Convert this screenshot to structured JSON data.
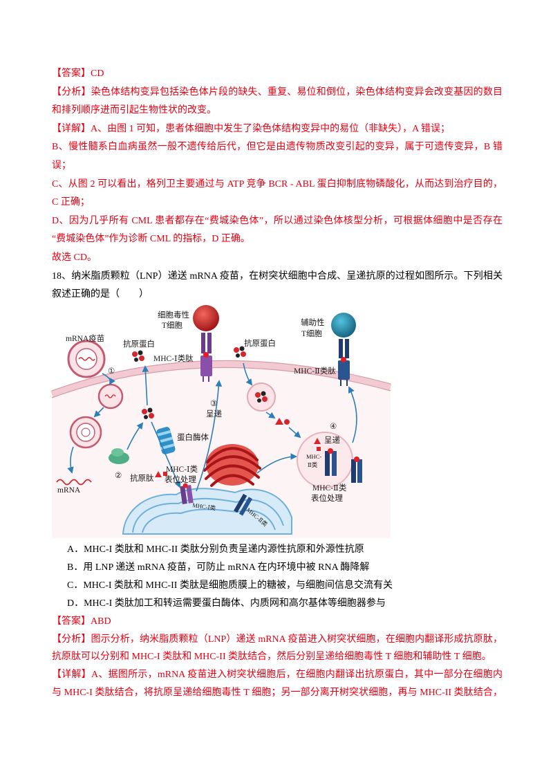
{
  "prev_answer": {
    "answer": "【答案】CD",
    "analysis": [
      "【分析】染色体结构变异包括染色体片段的缺失、重复、易位和倒位，染色体结构变异会改变基因的数目",
      "和排列顺序进而引起生物性状的改变。"
    ],
    "detail": [
      "【详解】A、由图 1 可知，患者体细胞中发生了染色体结构变异中的易位（非缺失），A 错误；",
      "B、慢性髓系白血病虽然一般不遗传给后代，但它是由遗传物质改变引起的变异，属于可遗传变异，B 错",
      "误；",
      "C、从图 2 可以看出，格列卫主要通过与 ATP 竞争 BCR - ABL 蛋白抑制底物磷酸化，从而达到治疗目的，",
      "C 正确；",
      "D、因为几乎所有 CML 患者都存在“费城染色体”，所以通过染色体核型分析，可根据体细胞中是否存在",
      "“费城染色体”作为诊断 CML 的指标，D 正确。"
    ],
    "conclusion": "故选 CD。"
  },
  "question": {
    "stem": [
      "18、纳米脂质颗粒（LNP）递送 mRNA 疫苗，在树突状细胞中合成、呈递抗原的过程如图所示。下列相关",
      "叙述正确的是（　　）"
    ],
    "figure": {
      "cytotoxic_t_cell": [
        "细胞毒性",
        "T细胞"
      ],
      "helper_t_cell": [
        "辅助性",
        "T细胞"
      ],
      "mrna_vaccine": "mRNA疫苗",
      "antigen_protein_left": "抗原蛋白",
      "mhc1_peptide": "MHC-Ⅰ类肽",
      "antigen_protein_right": "抗原蛋白",
      "mhc2_peptide": "MHC-Ⅱ类肽",
      "step1": "①",
      "step2": "②",
      "step3": "③",
      "step4": "④",
      "present_3": "呈递",
      "present_4": "呈递",
      "proteasome": "蛋白酶体",
      "mrna": "mRNA",
      "antigen_peptide": "抗原肽",
      "mhc1_processing": [
        "MHC-Ⅰ类",
        "表位处理"
      ],
      "mhc2_processing": [
        "MHC-Ⅱ类",
        "表位处理"
      ],
      "er_mhc1": "MHC-Ⅰ类",
      "er_mhc2": "MHC-Ⅱ类",
      "compartment_mhc2": [
        "MHC-",
        "Ⅱ类"
      ]
    },
    "options": [
      "A．MHC-I 类肽和 MHC-II 类肽分别负责呈递内源性抗原和外源性抗原",
      "B．用 LNP 递送 mRNA 疫苗，可防止 mRNA 在内环境中被 RNA 酶降解",
      "C．MHC-I 类肽和 MHC-II 类肽是细胞质膜上的糖被，与细胞间信息交流有关",
      "D．MHC-I 类肽加工和转运需要蛋白酶体、内质网和高尔基体等细胞器参与"
    ]
  },
  "answer": {
    "answer": "【答案】ABD",
    "analysis": [
      "【分析】图示分析，纳米脂质颗粒（LNP）递送 mRNA 疫苗进入树突状细胞，在细胞内翻译形成抗原肽，",
      "抗原肽可以分别和 MHC-I 类肽和 MHC-II 类肽结合，然后分别呈递给细胞毒性 T 细胞和辅助性 T 细胞。"
    ],
    "detail": [
      "【详解】A、据图所示，mRNA 疫苗进入树突状细胞后，在细胞内翻译出抗原蛋白，其中一部分在细胞内",
      "与 MHC-I 类肽结合，将抗原呈递给细胞毒性 T 细胞；另一部分离开树突状细胞，再与 MHC-II 类肽结合，"
    ]
  },
  "colors": {
    "answer_red": "#e60012",
    "body_text": "#000000",
    "arrow_blue": "#2b7fb8"
  }
}
